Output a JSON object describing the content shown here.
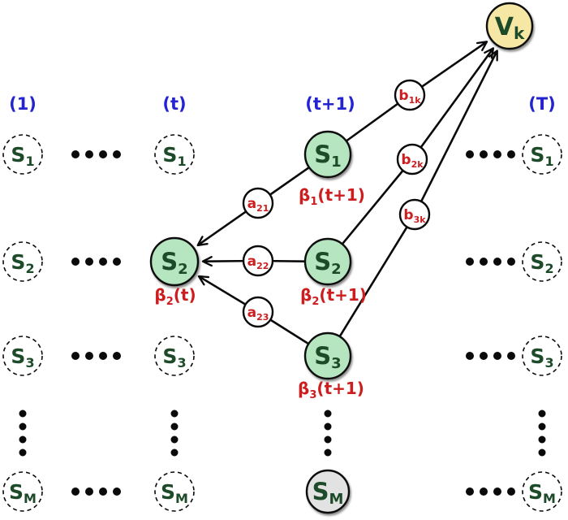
{
  "diagram": {
    "description": "HMM backward algorithm trellis diagram",
    "colors": {
      "edge": "#0a0a0a",
      "node_green": "#b5e6c0",
      "node_yellow": "#f6e7a4",
      "node_gray": "#e2e2e2",
      "node_text": "#1d4a28",
      "red": "#cc1d1f",
      "blue": "#2323d1",
      "circle_white": "#ffffff"
    },
    "columns": [
      {
        "id": "1",
        "header": "(1)"
      },
      {
        "id": "t",
        "header": "(t)"
      },
      {
        "id": "t1",
        "header": "(t+1)"
      },
      {
        "id": "T",
        "header": "(T)"
      }
    ],
    "output_node": {
      "id": "vk",
      "main": "V",
      "sub": "k"
    },
    "state_nodes": [
      {
        "id": "s1-1",
        "col": "1",
        "row": 0,
        "main": "S",
        "sub": "1",
        "style": "dashed"
      },
      {
        "id": "s2-1",
        "col": "1",
        "row": 1,
        "main": "S",
        "sub": "2",
        "style": "dashed"
      },
      {
        "id": "s3-1",
        "col": "1",
        "row": 2,
        "main": "S",
        "sub": "3",
        "style": "dashed"
      },
      {
        "id": "sM-1",
        "col": "1",
        "row": 3,
        "main": "S",
        "sub": "M",
        "style": "dashed"
      },
      {
        "id": "s1-t",
        "col": "t",
        "row": 0,
        "main": "S",
        "sub": "1",
        "style": "dashed"
      },
      {
        "id": "s2-t",
        "col": "t",
        "row": 1,
        "main": "S",
        "sub": "2",
        "style": "green-lg"
      },
      {
        "id": "s3-t",
        "col": "t",
        "row": 2,
        "main": "S",
        "sub": "3",
        "style": "dashed"
      },
      {
        "id": "sM-t",
        "col": "t",
        "row": 3,
        "main": "S",
        "sub": "M",
        "style": "dashed"
      },
      {
        "id": "s1-t1",
        "col": "t1",
        "row": 0,
        "main": "S",
        "sub": "1",
        "style": "green"
      },
      {
        "id": "s2-t1",
        "col": "t1",
        "row": 1,
        "main": "S",
        "sub": "2",
        "style": "green"
      },
      {
        "id": "s3-t1",
        "col": "t1",
        "row": 2,
        "main": "S",
        "sub": "3",
        "style": "green"
      },
      {
        "id": "sM-t1",
        "col": "t1",
        "row": 3,
        "main": "S",
        "sub": "M",
        "style": "gray"
      },
      {
        "id": "s1-T",
        "col": "T",
        "row": 0,
        "main": "S",
        "sub": "1",
        "style": "dashed"
      },
      {
        "id": "s2-T",
        "col": "T",
        "row": 1,
        "main": "S",
        "sub": "2",
        "style": "dashed"
      },
      {
        "id": "s3-T",
        "col": "T",
        "row": 2,
        "main": "S",
        "sub": "3",
        "style": "dashed"
      },
      {
        "id": "sM-T",
        "col": "T",
        "row": 3,
        "main": "S",
        "sub": "M",
        "style": "dashed"
      }
    ],
    "edge_label_nodes": [
      {
        "id": "a21",
        "main": "a",
        "sub": "21"
      },
      {
        "id": "a22",
        "main": "a",
        "sub": "22"
      },
      {
        "id": "a23",
        "main": "a",
        "sub": "23"
      },
      {
        "id": "b1k",
        "main": "b",
        "sub": "1k"
      },
      {
        "id": "b2k",
        "main": "b",
        "sub": "2k"
      },
      {
        "id": "b3k",
        "main": "b",
        "sub": "3k"
      }
    ],
    "beta_labels": [
      {
        "id": "beta-1-t1",
        "main": "β",
        "sub": "1",
        "rest": "(t+1)"
      },
      {
        "id": "beta-2-t",
        "main": "β",
        "sub": "2",
        "rest": "(t)"
      },
      {
        "id": "beta-2-t1",
        "main": "β",
        "sub": "2",
        "rest": "(t+1)"
      },
      {
        "id": "beta-3-t1",
        "main": "β",
        "sub": "3",
        "rest": "(t+1)"
      }
    ],
    "edges": [
      {
        "from": "s1-t1",
        "to": "s2-t",
        "via": "a21"
      },
      {
        "from": "s2-t1",
        "to": "s2-t",
        "via": "a22"
      },
      {
        "from": "s3-t1",
        "to": "s2-t",
        "via": "a23"
      },
      {
        "from": "s1-t1",
        "to": "vk",
        "via": "b1k"
      },
      {
        "from": "s2-t1",
        "to": "vk",
        "via": "b2k"
      },
      {
        "from": "s3-t1",
        "to": "vk",
        "via": "b3k"
      }
    ]
  }
}
